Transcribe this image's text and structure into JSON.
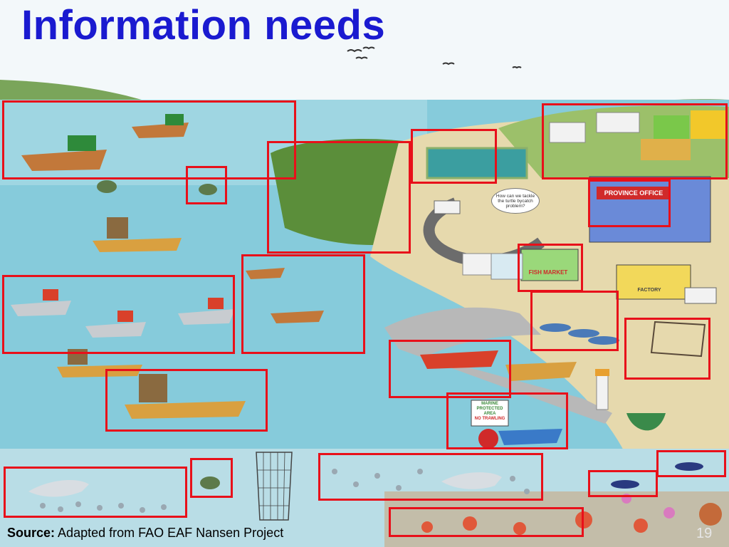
{
  "slide": {
    "title": "Information needs",
    "source_label": "Source:",
    "source_text": "Adapted from FAO EAF Nansen Project",
    "slide_number": "19"
  },
  "scene": {
    "speech_bubble": "How can we tackle the turtle bycatch problem?",
    "province_sign": "PROVINCE OFFICE",
    "fish_market_sign": "FISH MARKET",
    "factory_sign": "FACTORY",
    "mpa_sign_line1": "MARINE",
    "mpa_sign_line2": "PROTECTED",
    "mpa_sign_line3": "AREA",
    "mpa_sign_line4": "NO TRAWLING"
  },
  "colors": {
    "title": "#1a1ad0",
    "highlight_box": "#e8101a",
    "sea": "#7fc8d8",
    "land": "#e8dcb0",
    "hills": "#6fa04a"
  }
}
